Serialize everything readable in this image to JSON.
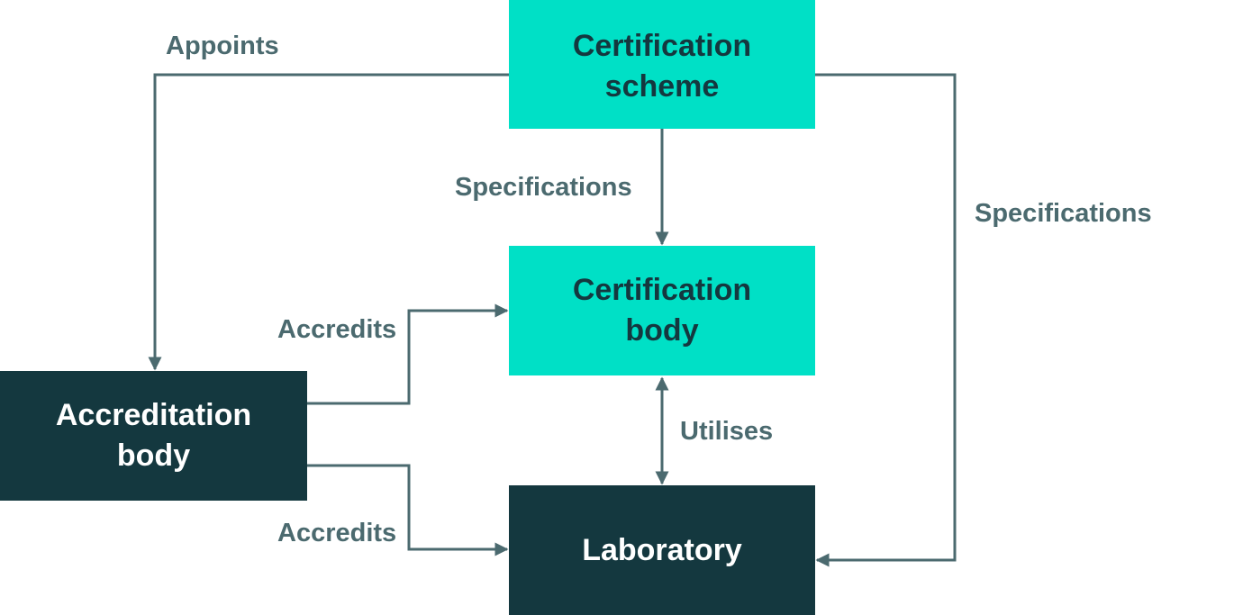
{
  "colors": {
    "light_node": "#00e0c6",
    "dark_node": "#14383f",
    "light_node_text": "#14383f",
    "dark_node_text": "#ffffff",
    "connector": "#4b6a6f",
    "label_text": "#4b6a6f"
  },
  "nodes": {
    "certification_scheme": {
      "line1": "Certification",
      "line2": "scheme"
    },
    "certification_body": {
      "line1": "Certification",
      "line2": "body"
    },
    "accreditation_body": {
      "line1": "Accreditation",
      "line2": "body"
    },
    "laboratory": {
      "line1": "Laboratory"
    }
  },
  "edges": {
    "appoints": "Appoints",
    "specifications_to_certification_body": "Specifications",
    "specifications_to_laboratory": "Specifications",
    "accredits_certification_body": "Accredits",
    "accredits_laboratory": "Accredits",
    "utilises": "Utilises"
  }
}
